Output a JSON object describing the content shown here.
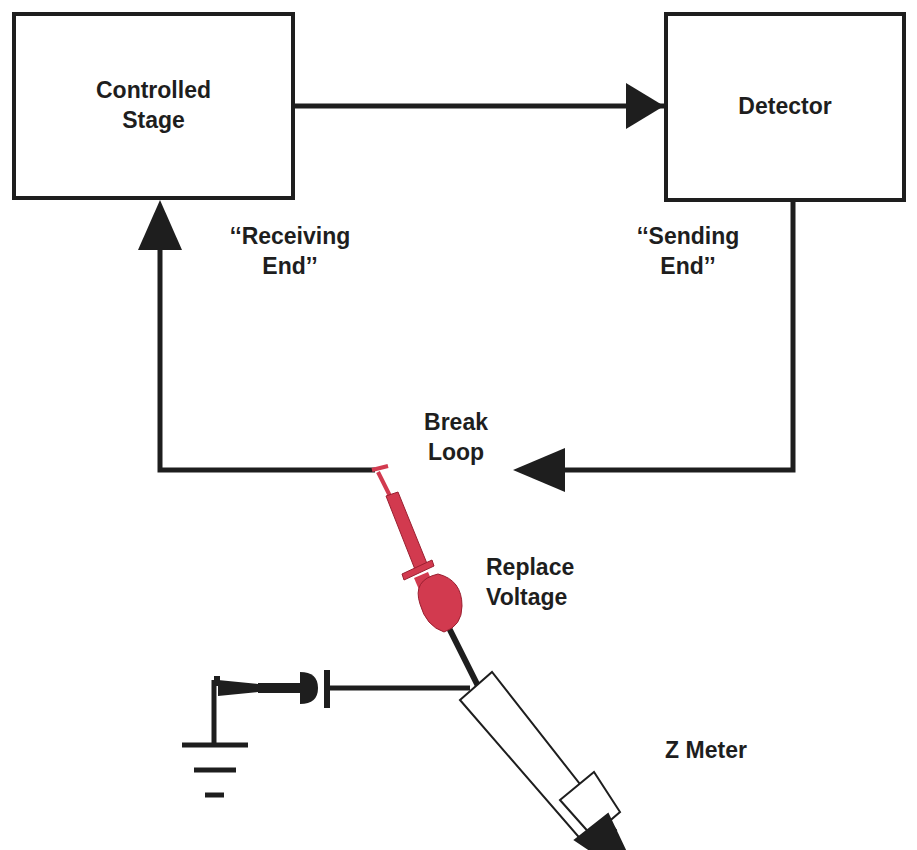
{
  "diagram": {
    "nodes": [
      {
        "text": [
          "Controlled Stage"
        ]
      },
      {
        "text": [
          "Detector"
        ]
      }
    ],
    "edges": [
      {
        "from": 0,
        "to": 1,
        "arrow": "to"
      }
    ],
    "labels": [
      "‘‘Receiving End’’",
      "‘‘Sending End’’",
      "Break Loop",
      "Replace Voltage",
      "Z Meter"
    ]
  }
}
